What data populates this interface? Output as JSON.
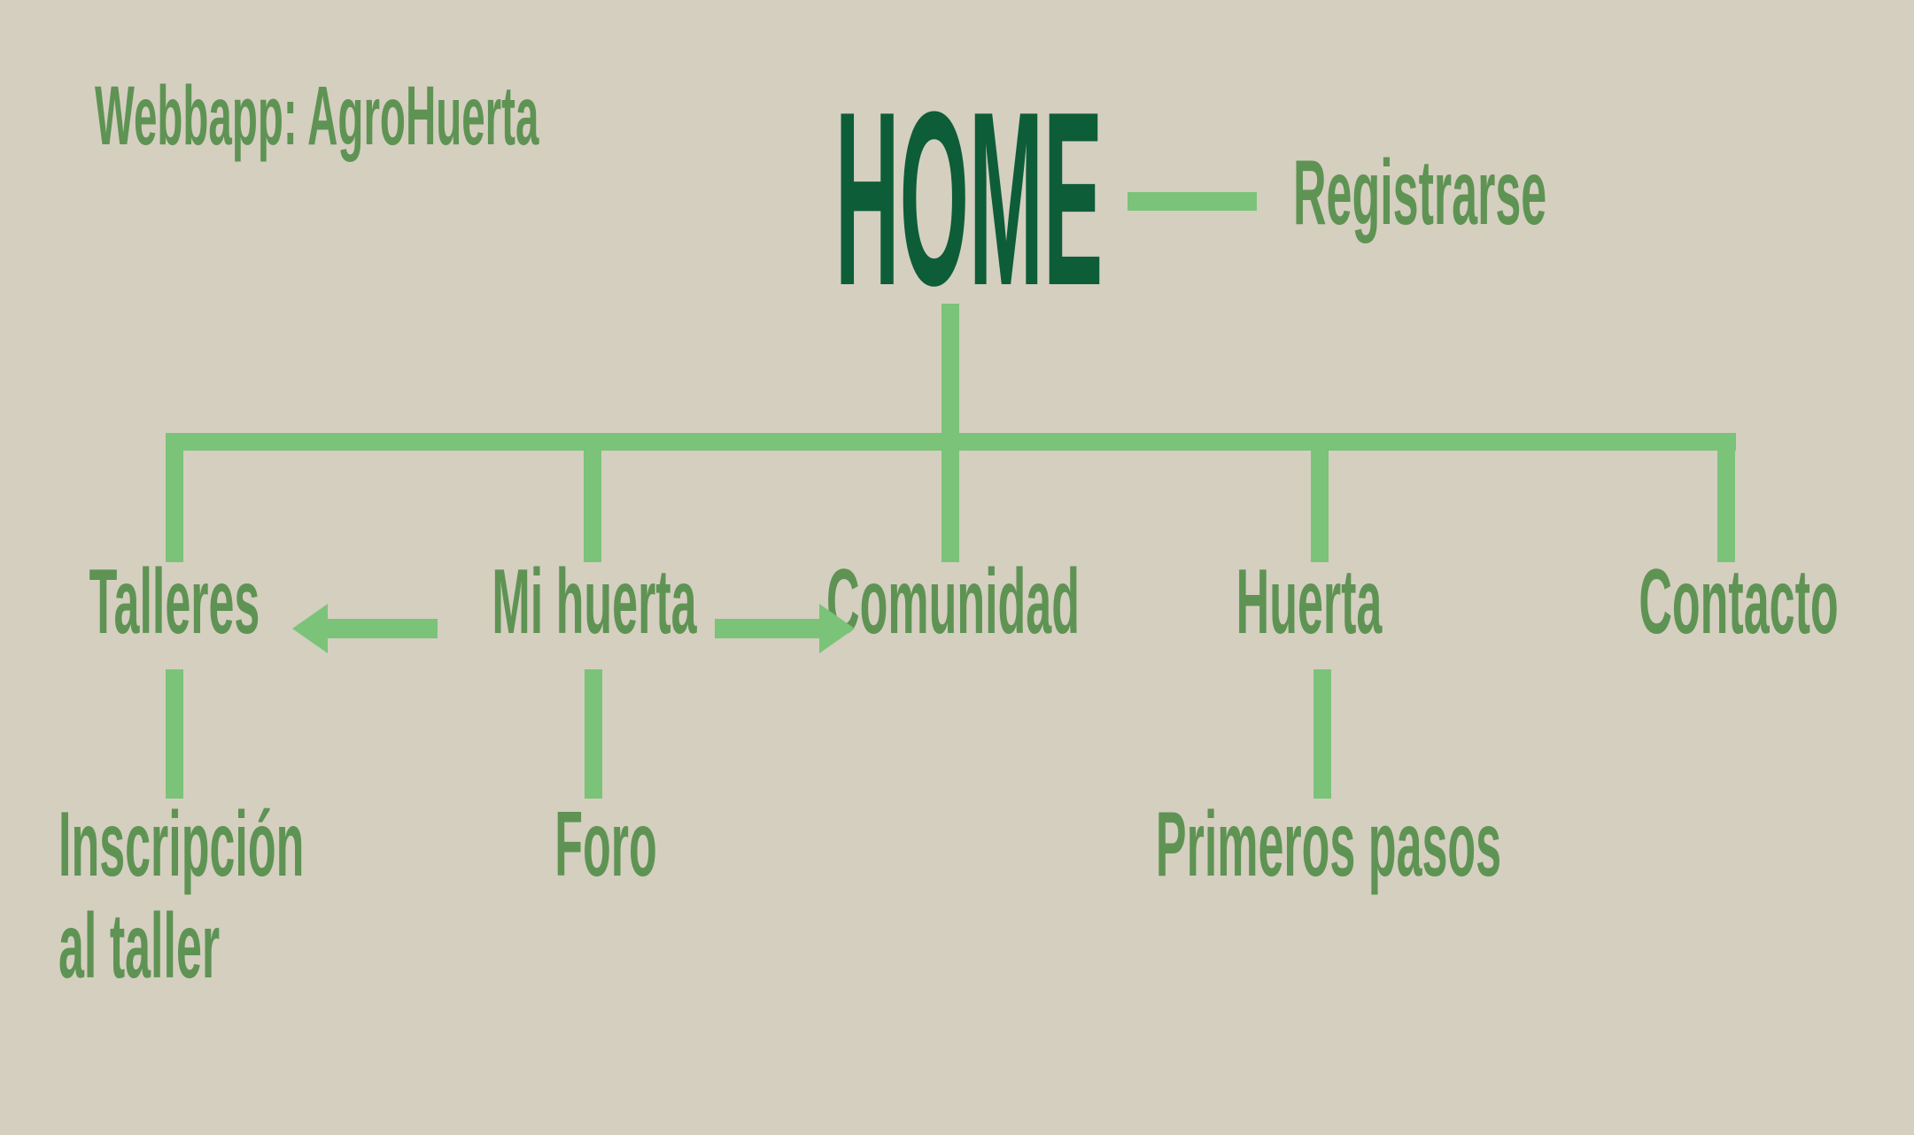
{
  "app": {
    "title": "Webbapp: AgroHuerta"
  },
  "colors": {
    "background": "#d5cfc0",
    "line_green": "#7bc379",
    "text_green": "#5e9354",
    "home_green": "#0d5d38"
  },
  "diagram": {
    "root": {
      "label": "HOME"
    },
    "register": {
      "label": "Registrarse"
    },
    "nodes": [
      {
        "id": "talleres",
        "label": "Talleres"
      },
      {
        "id": "mi-huerta",
        "label": "Mi huerta"
      },
      {
        "id": "comunidad",
        "label": "Comunidad"
      },
      {
        "id": "huerta",
        "label": "Huerta"
      },
      {
        "id": "contacto",
        "label": "Contacto"
      }
    ],
    "children": {
      "talleres": {
        "line1": "Inscripción",
        "line2": "al taller"
      },
      "mi_huerta": {
        "label": "Foro"
      },
      "huerta": {
        "label": "Primeros pasos"
      }
    },
    "arrows": [
      {
        "from": "Mi huerta",
        "to": "Talleres",
        "direction": "left"
      },
      {
        "from": "Mi huerta",
        "to": "Comunidad",
        "direction": "right"
      }
    ]
  }
}
